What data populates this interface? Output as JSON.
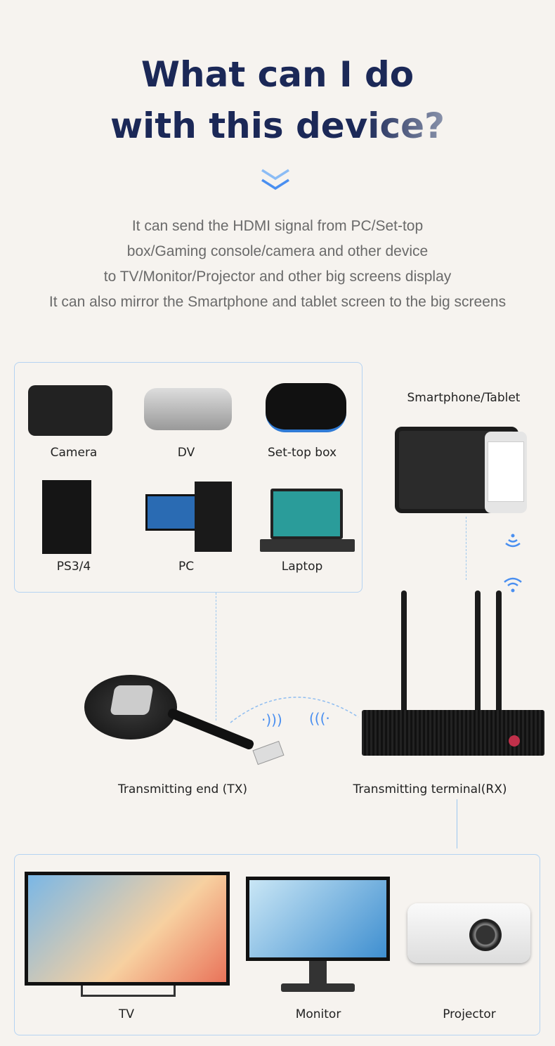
{
  "title": {
    "line1": "What can I do",
    "line2a": "with this ",
    "line2b": "device?"
  },
  "description": [
    "It can send the HDMI signal from PC/Set-top",
    "box/Gaming console/camera and other device",
    "to TV/Monitor/Projector and other big screens display",
    "It can also mirror the Smartphone and tablet screen to the big screens"
  ],
  "sources": [
    "Camera",
    "DV",
    "Set-top box",
    "PS3/4",
    "PC",
    "Laptop"
  ],
  "mobile_label": "Smartphone/Tablet",
  "tx_label": "Transmitting end (TX)",
  "rx_label": "Transmitting terminal(RX)",
  "displays": [
    "TV",
    "Monitor",
    "Projector"
  ],
  "colors": {
    "title": "#1b2857",
    "accent": "#4a8ff0",
    "border": "#b5d3f2"
  }
}
